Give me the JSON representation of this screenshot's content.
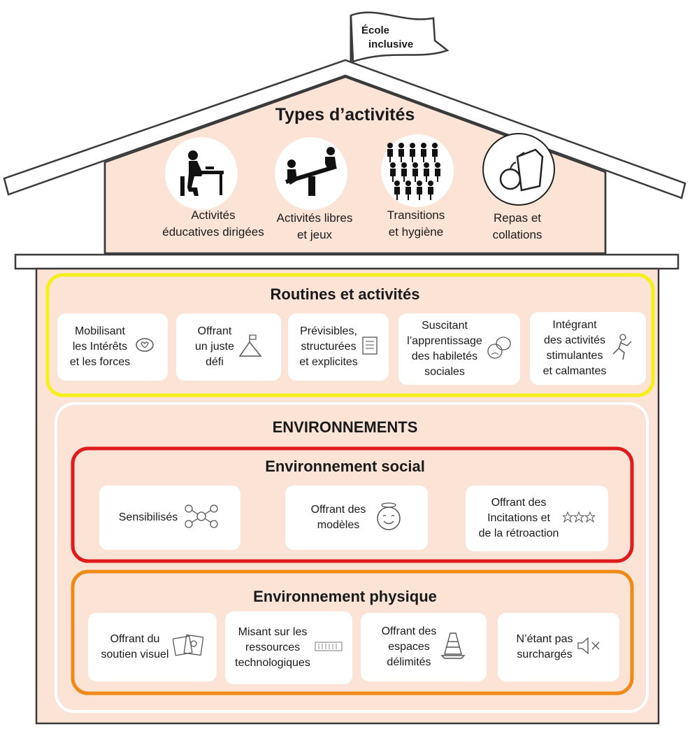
{
  "colors": {
    "house_fill": "#fbe3d6",
    "outline": "#3a3a3a",
    "routines_border": "#f5ef1a",
    "env_border": "#ffffff",
    "social_border": "#e01b1b",
    "physique_border": "#ef8a17"
  },
  "flag": {
    "line1": "École",
    "line2": "inclusive"
  },
  "types": {
    "title": "Types d’activités",
    "items": [
      {
        "label": "Activités\néducatives dirigées",
        "icon": "desk-study-icon"
      },
      {
        "label": "Activités libres\net jeux",
        "icon": "seesaw-icon"
      },
      {
        "label": "Transitions\net hygiène",
        "icon": "people-line-icon"
      },
      {
        "label": "Repas et\ncollations",
        "icon": "lunch-bag-apple-icon"
      }
    ]
  },
  "routines": {
    "title": "Routines et activités",
    "items": [
      {
        "label": "Mobilisant\nles Intérêts\net les forces",
        "icon": "heart-speech-icon"
      },
      {
        "label": "Offrant\nun juste\ndéfi",
        "icon": "mountain-flag-icon"
      },
      {
        "label": "Prévisibles,\nstructurées\net explicites",
        "icon": "schedule-list-icon"
      },
      {
        "label": "Suscitant\nl’apprentissage\ndes habiletés\nsociales",
        "icon": "theater-masks-icon"
      },
      {
        "label": "Intégrant\ndes activités\nstimulantes\net calmantes",
        "icon": "running-person-icon"
      }
    ]
  },
  "environnements": {
    "title": "ENVIRONNEMENTS"
  },
  "social": {
    "title": "Environnement social",
    "items": [
      {
        "label": "Sensibilisés",
        "icon": "people-network-icon"
      },
      {
        "label": "Offrant des\nmodèles",
        "icon": "halo-smiley-icon"
      },
      {
        "label": "Offrant des\nIncitations et\nde la rétroaction",
        "icon": "three-stars-icon"
      }
    ]
  },
  "physique": {
    "title": "Environnement physique",
    "items": [
      {
        "label": "Offrant du\nsoutien visuel",
        "icon": "picture-cards-icon"
      },
      {
        "label": "Misant sur les\nressources\ntechnologiques",
        "icon": "keyboard-icon"
      },
      {
        "label": "Offrant des\nespaces\ndélimités",
        "icon": "traffic-cone-icon"
      },
      {
        "label": "N’étant pas\nsurchargés",
        "icon": "speaker-mute-icon"
      }
    ]
  }
}
